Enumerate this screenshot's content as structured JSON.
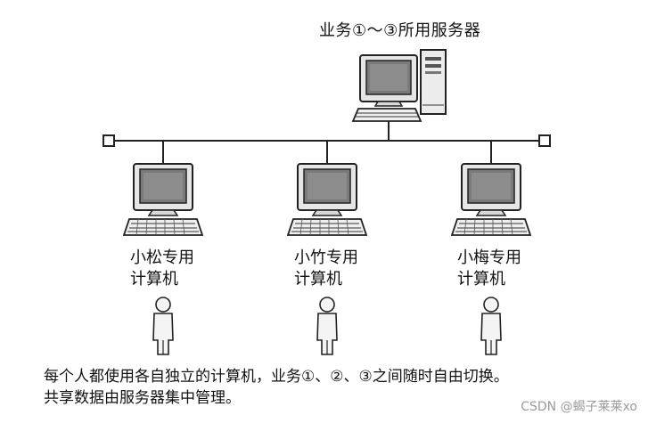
{
  "server": {
    "title": "业务①～③所用服务器",
    "icon": "server-computer-icon"
  },
  "network": {
    "icon": "network-bus-icon"
  },
  "computers": [
    {
      "line1": "小松专用",
      "line2": "计算机",
      "icon": "desktop-computer-icon"
    },
    {
      "line1": "小竹专用",
      "line2": "计算机",
      "icon": "desktop-computer-icon"
    },
    {
      "line1": "小梅专用",
      "line2": "计算机",
      "icon": "desktop-computer-icon"
    }
  ],
  "users": [
    {
      "icon": "person-icon"
    },
    {
      "icon": "person-icon"
    },
    {
      "icon": "person-icon"
    }
  ],
  "caption": {
    "line1": "每个人都使用各自独立的计算机，业务①、②、③之间随时自由切换。",
    "line2": "共享数据由服务器集中管理。"
  },
  "watermark": "CSDN @蝎子莱莱xo"
}
